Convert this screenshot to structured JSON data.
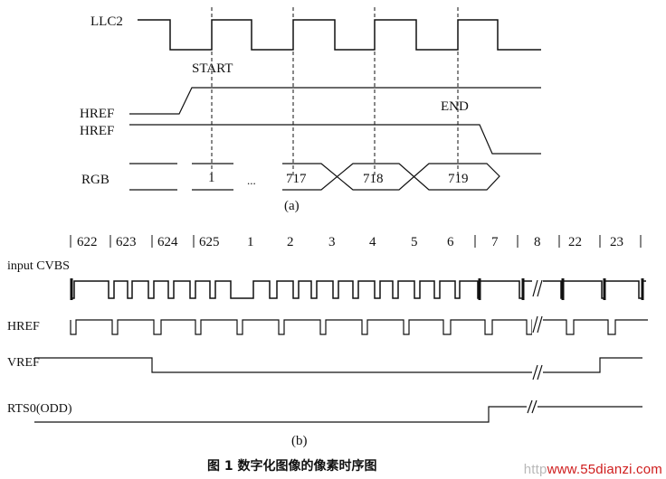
{
  "panel_a": {
    "signals": {
      "llc2": "LLC2",
      "href_rise": "HREF",
      "href_fall": "HREF",
      "rgb": "RGB"
    },
    "markers": {
      "start": "START",
      "end": "END"
    },
    "rgb_values": [
      "1",
      "...",
      "717",
      "718",
      "719"
    ],
    "caption": "(a)"
  },
  "panel_b": {
    "line_numbers": [
      "622",
      "623",
      "624",
      "625",
      "1",
      "2",
      "3",
      "4",
      "5",
      "6",
      "7",
      "8",
      "22",
      "23"
    ],
    "signals": {
      "cvbs": "input CVBS",
      "href": "HREF",
      "vref": "VREF",
      "rts0": "RTS0(ODD)"
    },
    "caption": "(b)"
  },
  "figure_caption": "图 1  数字化图像的像素时序图",
  "watermark": {
    "prefix": "http",
    "site": "www.55dianzi.com"
  }
}
